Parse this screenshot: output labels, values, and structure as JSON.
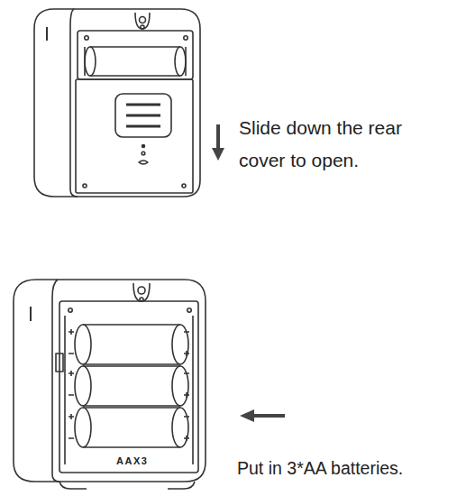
{
  "diagram": {
    "labels": [
      "Slide down the rear cover to open.",
      "AAX3",
      "Put in 3*AA batteries."
    ]
  }
}
